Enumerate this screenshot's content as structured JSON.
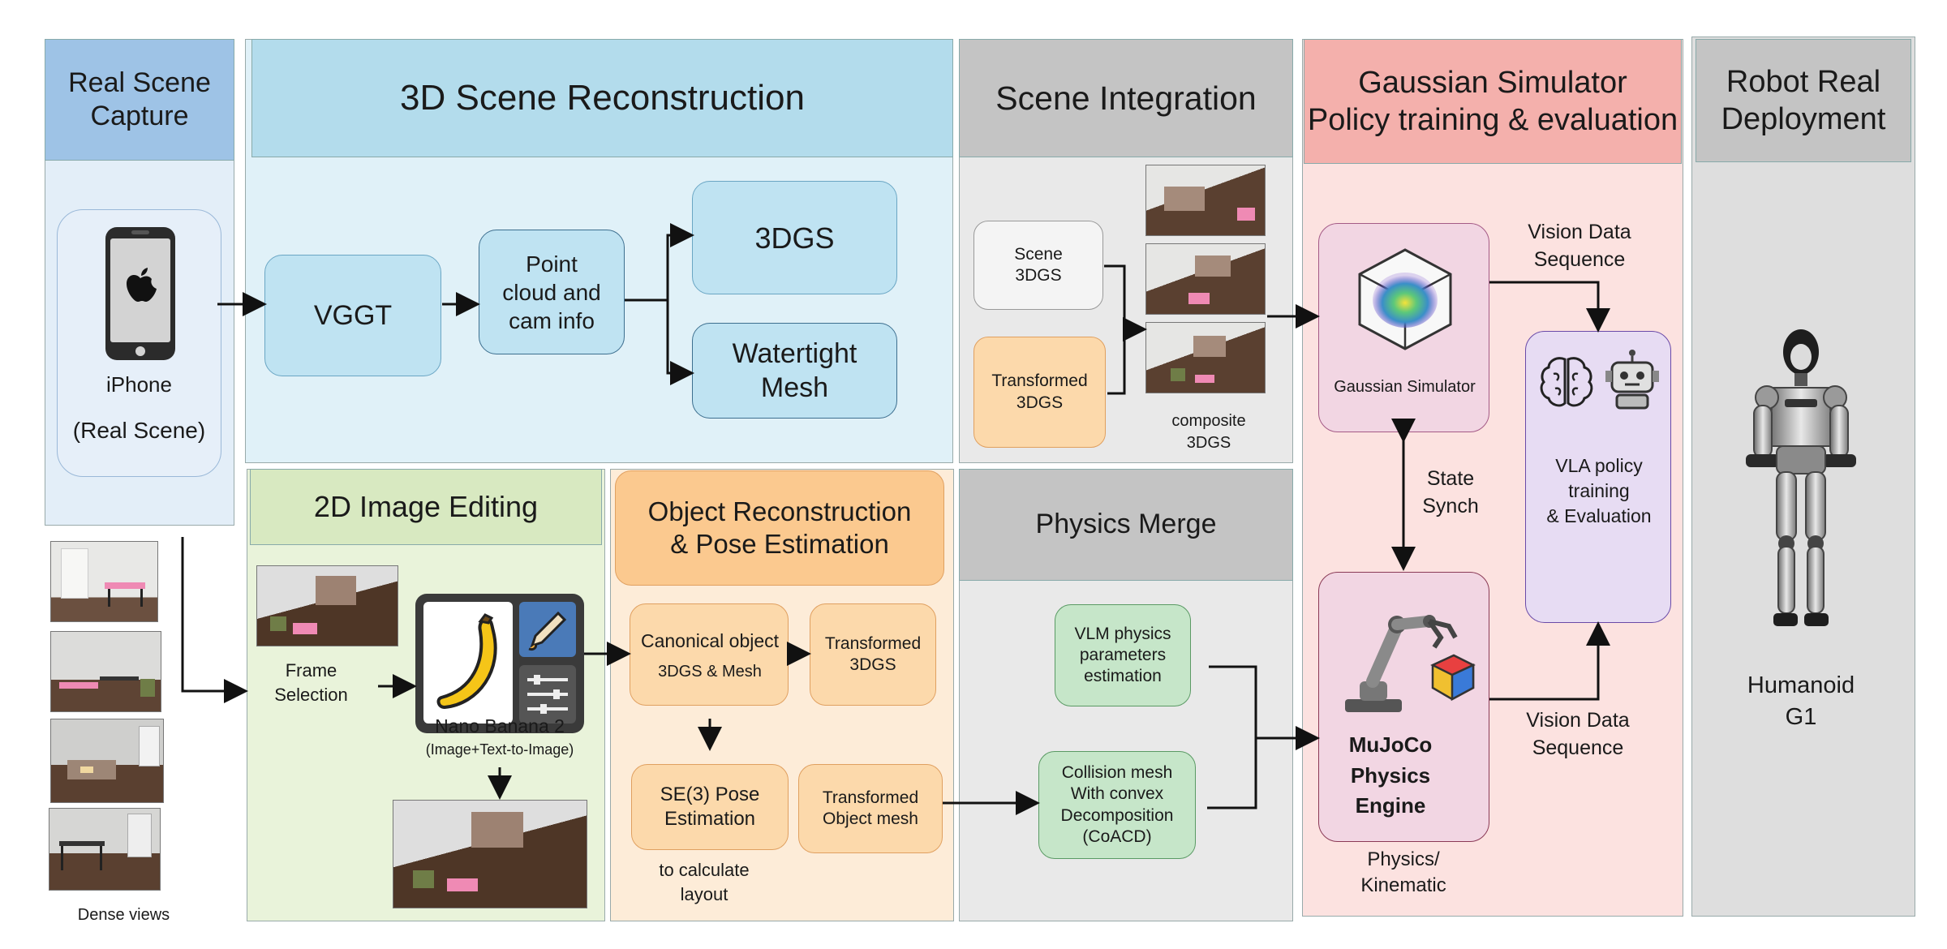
{
  "sections": {
    "capture": "Real Scene\nCapture",
    "recon3d": "3D Scene Reconstruction",
    "integration": "Scene Integration",
    "simulator": "Gaussian Simulator\nPolicy training & evaluation",
    "deploy": "Robot Real\nDeployment",
    "editing": "2D Image Editing",
    "objrecon": "Object Reconstruction\n& Pose Estimation",
    "physmerge": "Physics Merge"
  },
  "capture": {
    "device": "iPhone",
    "device_sub": "(Real Scene)",
    "views_label": "Dense views"
  },
  "recon": {
    "vggt": "VGGT",
    "pointcloud": "Point\ncloud and\ncam info",
    "gs": "3DGS",
    "mesh": "Watertight\nMesh"
  },
  "integration": {
    "scene": "Scene\n3DGS",
    "transformed": "Transformed\n3DGS",
    "composite": "composite\n3DGS"
  },
  "editing": {
    "frame": "Frame\nSelection",
    "model": "Nano Banana 2",
    "model_sub": "(Image+Text-to-Image)"
  },
  "objrecon": {
    "canonical": "Canonical object",
    "canonical_sub": "3DGS & Mesh",
    "transformed": "Transformed\n3DGS",
    "se3": "SE(3) Pose\nEstimation",
    "se3_note": "to calculate\nlayout",
    "tmesh": "Transformed\nObject mesh"
  },
  "physics": {
    "vlm": "VLM physics\nparameters\nestimation",
    "collision": "Collision mesh\nWith convex\nDecomposition\n(CoACD)"
  },
  "sim": {
    "gs_sim": "Gaussian Simulator",
    "vision_top": "Vision Data\nSequence",
    "state_synch": "State\nSynch",
    "vla": "VLA policy\ntraining\n& Evaluation",
    "mujoco": "MuJoCo\nPhysics\nEngine",
    "phys_kin": "Physics/\nKinematic",
    "vision_bottom": "Vision Data\nSequence"
  },
  "deploy": {
    "robot": "Humanoid\nG1"
  },
  "colors": {
    "blue_header": "#9ec3e6",
    "blue_panel": "#e3eef8",
    "cyan_header": "#b3dcec",
    "cyan_panel": "#e0f1f8",
    "cyan_box": "#bfe3f2",
    "gray_header": "#c4c4c4",
    "gray_panel": "#e9e9e9",
    "green_header": "#d8e9c1",
    "green_panel": "#e9f3da",
    "green_box": "#c6e6c9",
    "orange_header": "#fbc98f",
    "orange_panel": "#fdecd8",
    "orange_box": "#fcd9ab",
    "pink_header": "#f4b0ac",
    "pink_panel": "#fce2e0",
    "pink_box": "#f2d6e3",
    "purple_box": "#e7dcf3"
  }
}
